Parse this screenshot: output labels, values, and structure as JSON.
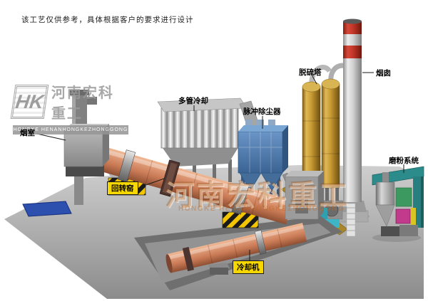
{
  "page": {
    "disclaimer": "该工艺仅供参考，具体根据客户的要求进行设计"
  },
  "logo": {
    "monogram": "HK",
    "name_cn": "河南宏科重工",
    "name_en": "HONGKE HENANHONGKEZHONGGONG"
  },
  "watermark": {
    "cn": "河南宏科重工",
    "en": "HONGKE HENANHONGKEZHONGGONG"
  },
  "labels": {
    "smoke_chamber": "烟室",
    "multi_tube_cooler": "多管冷却",
    "pulse_dust_collector": "脉冲除尘器",
    "desulfurization_tower": "脱硫塔",
    "chimney": "烟囱",
    "grinding_system": "磨粉系统",
    "rotary_kiln": "回转窑",
    "cooling_machine": "冷却机"
  },
  "colors": {
    "kiln_shell": "#d68e72",
    "dust_collector_blue": "#4d7fae",
    "tower_tan": "#c49a3a",
    "chimney_band_red": "#c0392b",
    "label_highlight_yellow": "#f6d800",
    "grinding_teal": "#2c8c8c",
    "grinding_magenta": "#c13a8c",
    "platform_gray": "#a8a8a8",
    "mat_blue": "#2d4fae"
  }
}
